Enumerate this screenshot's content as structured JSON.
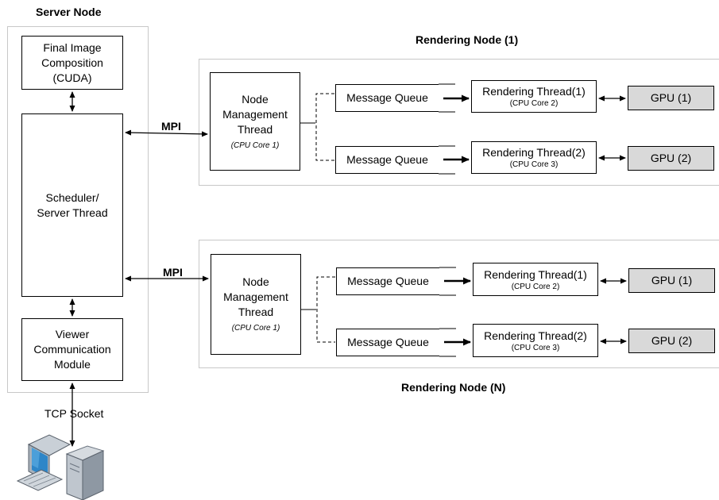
{
  "server": {
    "title": "Server Node",
    "final_image": [
      "Final Image",
      "Composition",
      "(CUDA)"
    ],
    "scheduler": [
      "Scheduler/",
      "Server Thread"
    ],
    "viewer": [
      "Viewer",
      "Communication",
      "Module"
    ]
  },
  "links": {
    "mpi": "MPI",
    "tcp": "TCP Socket"
  },
  "nodes": [
    {
      "title": "Rendering Node (1)",
      "management": [
        "Node",
        "Management",
        "Thread"
      ],
      "management_core": "(CPU Core 1)",
      "lanes": [
        {
          "queue": "Message Queue",
          "thread": "Rendering Thread(1)",
          "core": "(CPU Core 2)",
          "gpu": "GPU (1)"
        },
        {
          "queue": "Message Queue",
          "thread": "Rendering Thread(2)",
          "core": "(CPU Core 3)",
          "gpu": "GPU (2)"
        }
      ]
    },
    {
      "title": "Rendering Node (N)",
      "management": [
        "Node",
        "Management",
        "Thread"
      ],
      "management_core": "(CPU Core 1)",
      "lanes": [
        {
          "queue": "Message Queue",
          "thread": "Rendering Thread(1)",
          "core": "(CPU Core 2)",
          "gpu": "GPU (1)"
        },
        {
          "queue": "Message Queue",
          "thread": "Rendering Thread(2)",
          "core": "(CPU Core 3)",
          "gpu": "GPU (2)"
        }
      ]
    }
  ],
  "client": {
    "icon": "desktop-computer-icon"
  }
}
